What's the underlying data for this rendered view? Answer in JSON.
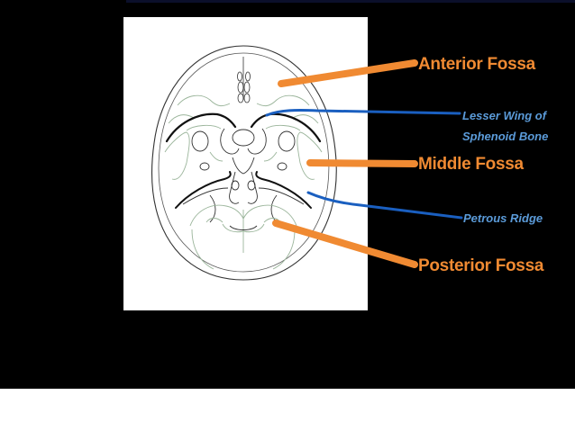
{
  "labels": {
    "anterior_fossa": "Anterior Fossa",
    "lesser_wing_line1": "Lesser Wing of",
    "lesser_wing_line2": "Sphenoid Bone",
    "middle_fossa": "Middle Fossa",
    "petrous_ridge": "Petrous Ridge",
    "posterior_fossa": "Posterior Fossa"
  },
  "colors": {
    "slide_background": "#000000",
    "panel_background": "#ffffff",
    "orange_accent": "#f08a32",
    "blue_accent": "#1a5fc0",
    "blue_label": "#5b9bd9",
    "drawing_stroke": "#333333",
    "bone_outline": "#9bb59b"
  }
}
